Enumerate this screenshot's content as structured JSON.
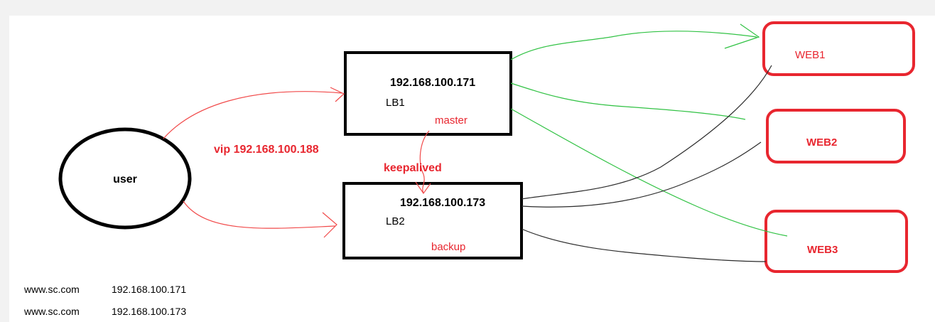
{
  "user": {
    "label": "user"
  },
  "lb1": {
    "ip": "192.168.100.171",
    "name": "LB1",
    "role": "master"
  },
  "lb2": {
    "ip": "192.168.100.173",
    "name": "LB2",
    "role": "backup"
  },
  "vip": {
    "label": "vip 192.168.100.188"
  },
  "keepalived": {
    "label": "keepalived"
  },
  "web1": {
    "label": "WEB1"
  },
  "web2": {
    "label": "WEB2"
  },
  "web3": {
    "label": "WEB3"
  },
  "hosts": [
    {
      "domain": "www.sc.com",
      "ip": "192.168.100.171"
    },
    {
      "domain": "www.sc.com",
      "ip": "192.168.100.173"
    }
  ],
  "colors": {
    "red": "#e8262f",
    "green": "#31c244",
    "black": "#000000",
    "link_red": "#f14a4a",
    "link_black": "#2b2b2b"
  }
}
